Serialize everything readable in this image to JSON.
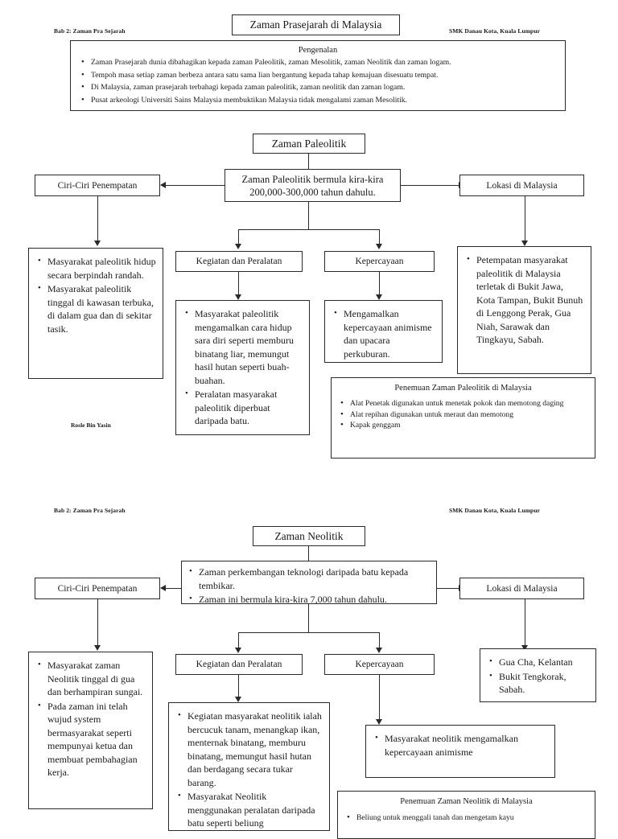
{
  "document": {
    "title": "Zaman Prasejarah di Malaysia",
    "signature": "Rosle Bin Yasin"
  },
  "page1": {
    "header_left": "Bab 2: Zaman Pra Sejarah",
    "header_right": "SMK Danau Kota, Kuala Lumpur",
    "main_title": "Zaman Prasejarah di Malaysia",
    "intro": {
      "title": "Pengenalan",
      "bullets": [
        "Zaman Prasejarah dunia dibahagikan kepada zaman Paleolitik, zaman Mesolitik, zaman Neolitik dan zaman logam.",
        "Tempoh masa setiap zaman berbeza antara satu sama lian bergantung kepada tahap kemajuan disesuatu tempat.",
        "Di Malaysia, zaman prasejarah terbahagi kepada zaman paleolitik, zaman neolitik dan zaman logam.",
        "Pusat arkeologi Universiti Sains Malaysia membuktikan Malaysia tidak mengalami zaman Mesolitik."
      ]
    },
    "section_title": "Zaman Paleolitik",
    "definition": "Zaman Paleolitik bermula kira-kira 200,000-300,000 tahun dahulu.",
    "left_header": "Ciri-Ciri Penempatan",
    "left_bullets": [
      "Masyarakat paleolitik hidup secara berpindah randah.",
      "Masyarakat paleolitik tinggal di kawasan terbuka, di dalam gua dan di sekitar tasik."
    ],
    "mid_header": "Kegiatan dan Peralatan",
    "mid_bullets": [
      "Masyarakat paleolitik mengamalkan cara hidup sara diri seperti memburu binatang liar, memungut hasil hutan seperti buah-buahan.",
      "Peralatan masyarakat paleolitik diperbuat daripada batu."
    ],
    "belief_header": "Kepercayaan",
    "belief_bullets": [
      "Mengamalkan kepercayaan animisme dan upacara perkuburan."
    ],
    "right_header": "Lokasi di Malaysia",
    "right_bullets": [
      "Petempatan masyarakat paleolitik di Malaysia terletak di Bukit Jawa, Kota Tampan, Bukit Bunuh di Lenggong Perak, Gua Niah, Sarawak dan Tingkayu, Sabah."
    ],
    "findings": {
      "title": "Penemuan Zaman Paleolitik di Malaysia",
      "bullets": [
        "Alat Penetak digunakan untuk menetak pokok dan memotong daging",
        "Alat repihan digunakan untuk meraut dan memotong",
        "Kapak genggam"
      ]
    }
  },
  "page2": {
    "header_left": "Bab 2: Zaman Pra Sejarah",
    "header_right": "SMK Danau Kota, Kuala Lumpur",
    "section_title": "Zaman Neolitik",
    "definition_bullets": [
      "Zaman perkembangan teknologi daripada batu kepada tembikar.",
      "Zaman ini bermula kira-kira 7,000 tahun dahulu."
    ],
    "left_header": "Ciri-Ciri Penempatan",
    "left_bullets": [
      "Masyarakat zaman Neolitik tinggal di gua dan berhampiran sungai.",
      "Pada zaman ini telah wujud system bermasyarakat seperti mempunyai ketua dan membuat pembahagian kerja."
    ],
    "mid_header": "Kegiatan dan Peralatan",
    "mid_bullets": [
      "Kegiatan masyarakat neolitik ialah bercucuk tanam, menangkap ikan, menternak binatang, memburu binatang, memungut hasil hutan dan berdagang secara tukar barang.",
      "Masyarakat Neolitik menggunakan peralatan daripada batu seperti beliung"
    ],
    "belief_header": "Kepercayaan",
    "belief_bullets": [
      "Masyarakat neolitik mengamalkan kepercayaan animisme"
    ],
    "right_header": "Lokasi di Malaysia",
    "right_bullets": [
      "Gua Cha, Kelantan",
      "Bukit Tengkorak, Sabah."
    ],
    "findings": {
      "title": "Penemuan Zaman Neolitik di Malaysia",
      "bullets": [
        "Beliung untuk menggali tanah dan mengetam kayu"
      ]
    }
  }
}
